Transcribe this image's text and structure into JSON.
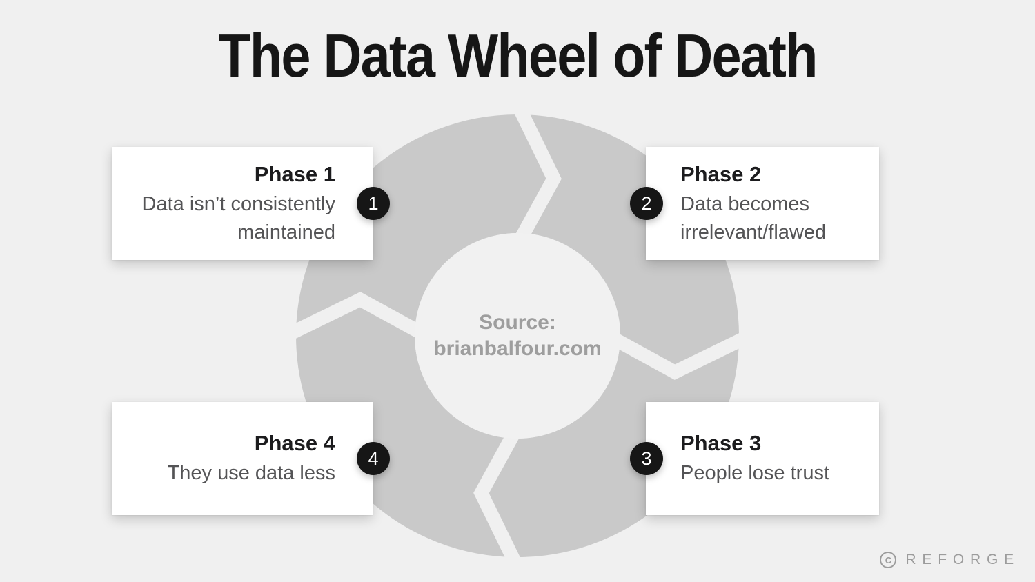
{
  "title": "The Data Wheel of Death",
  "wheel": {
    "direction": "clockwise",
    "center_label": {
      "line1": "Source:",
      "line2": "brianbalfour.com"
    },
    "colors": {
      "background": "#f0f0f0",
      "ring": "#c9c9c9",
      "gap_band": "#f0f0f0",
      "hub": "#f1f1f1",
      "card": "#ffffff",
      "badge": "#161616",
      "badge_text": "#ffffff",
      "title_text": "#161616",
      "phase_title_text": "#1c1c1e",
      "phase_desc_text": "#545456",
      "muted_text": "#9e9e9e",
      "brand_text": "#9c9c9c"
    }
  },
  "phases": [
    {
      "number": "1",
      "title": "Phase 1",
      "description": "Data isn’t consistently maintained",
      "position": "top-left"
    },
    {
      "number": "2",
      "title": "Phase 2",
      "description": "Data becomes irrelevant/flawed",
      "position": "top-right"
    },
    {
      "number": "3",
      "title": "Phase 3",
      "description": "People lose trust",
      "position": "bottom-right"
    },
    {
      "number": "4",
      "title": "Phase 4",
      "description": "They use data less",
      "position": "bottom-left"
    }
  ],
  "footer": {
    "copyright_symbol": "C",
    "brand": "REFORGE"
  }
}
